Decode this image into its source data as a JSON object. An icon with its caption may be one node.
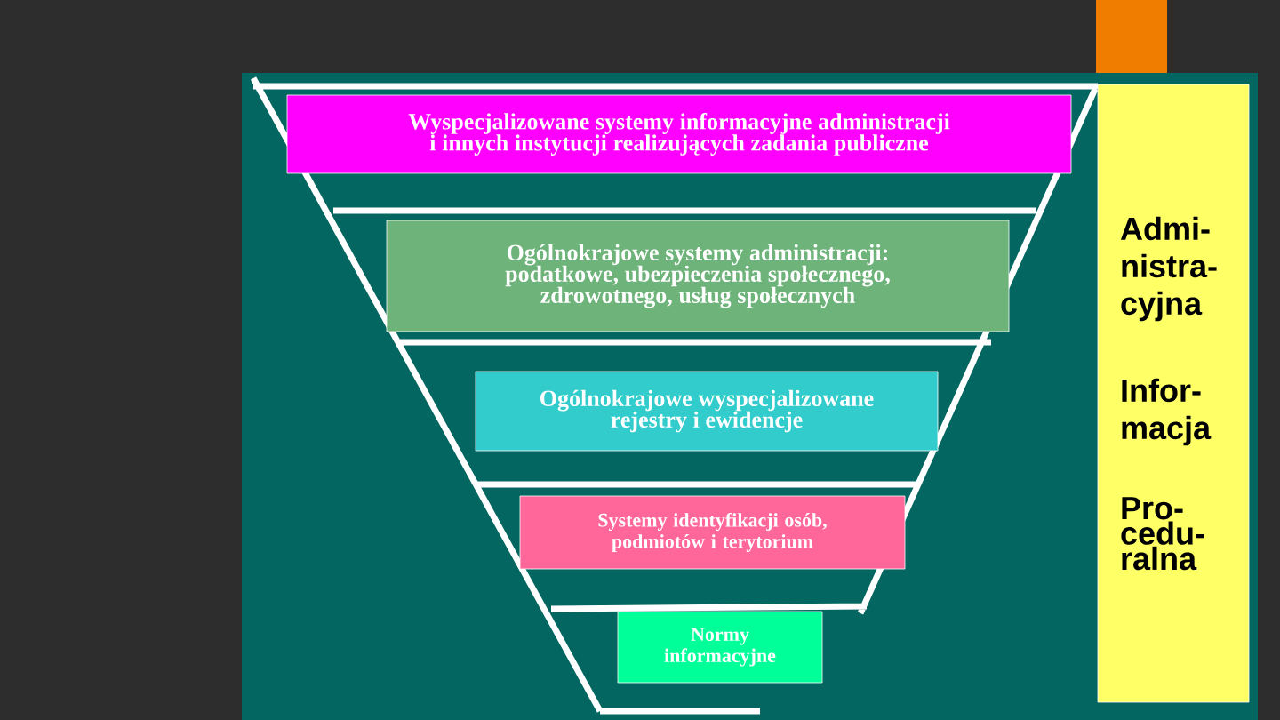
{
  "diagram": {
    "nodes": [
      {
        "text": [
          "Wyspecjalizowane systemy informacyjne administracji i innych instytucji realizujących zadania publiczne"
        ]
      },
      {
        "text": [
          "Ogólnokrajowe systemy administracji: podatkowe, ubezpieczenia społecznego, zdrowotnego, usług społecznych"
        ]
      },
      {
        "text": [
          "Ogólnokrajowe wyspecjalizowane rejestry i ewidencje"
        ]
      },
      {
        "text": [
          "Systemy identyfikacji osób, podmiotów i terytorium"
        ]
      },
      {
        "text": [
          "Normy informacyjne"
        ]
      },
      {
        "text": [
          "Admi- nistra- cyjna",
          "Infor- macja",
          "Pro- cedu- ralna"
        ]
      }
    ]
  }
}
